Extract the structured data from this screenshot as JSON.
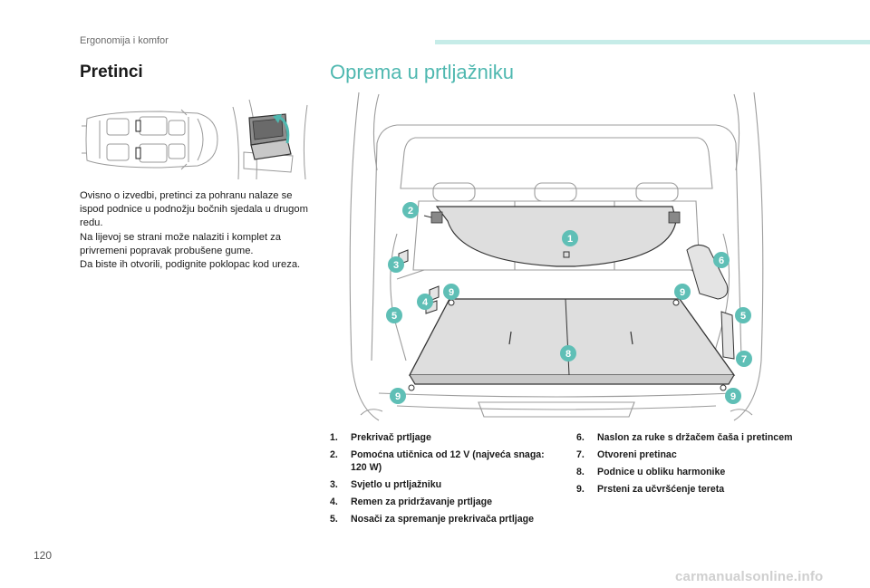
{
  "header": {
    "section": "Ergonomija i komfor"
  },
  "left": {
    "title": "Pretinci",
    "paragraphs": [
      "Ovisno o izvedbi, pretinci za pohranu nalaze se ispod podnice u podnožju bočnih sjedala u drugom redu.",
      "Na lijevoj se strani može nalaziti i komplet za privremeni popravak probušene gume.",
      "Da biste ih otvorili, podignite poklopac kod ureza."
    ]
  },
  "right": {
    "title": "Oprema u prtljažniku",
    "callouts": [
      "1",
      "2",
      "3",
      "4",
      "5",
      "5",
      "6",
      "7",
      "8",
      "9",
      "9",
      "9",
      "9"
    ],
    "list_left": [
      {
        "num": "1.",
        "text": "Prekrivač prtljage"
      },
      {
        "num": "2.",
        "text": "Pomoćna utičnica od 12 V (najveća snaga: 120 W)"
      },
      {
        "num": "3.",
        "text": "Svjetlo u prtljažniku"
      },
      {
        "num": "4.",
        "text": "Remen za pridržavanje prtljage"
      },
      {
        "num": "5.",
        "text": "Nosači za spremanje prekrivača prtljage"
      }
    ],
    "list_right": [
      {
        "num": "6.",
        "text": "Naslon za ruke s držačem čaša i pretincem"
      },
      {
        "num": "7.",
        "text": "Otvoreni pretinac"
      },
      {
        "num": "8.",
        "text": "Podnice u obliku harmonike"
      },
      {
        "num": "9.",
        "text": "Prsteni za učvršćenje tereta"
      }
    ]
  },
  "footer": {
    "page": "120",
    "watermark": "carmanualsonline.info"
  },
  "colors": {
    "accent": "#4fb8b0",
    "callout": "#5fbfb6",
    "bar": "#c6ece8"
  }
}
